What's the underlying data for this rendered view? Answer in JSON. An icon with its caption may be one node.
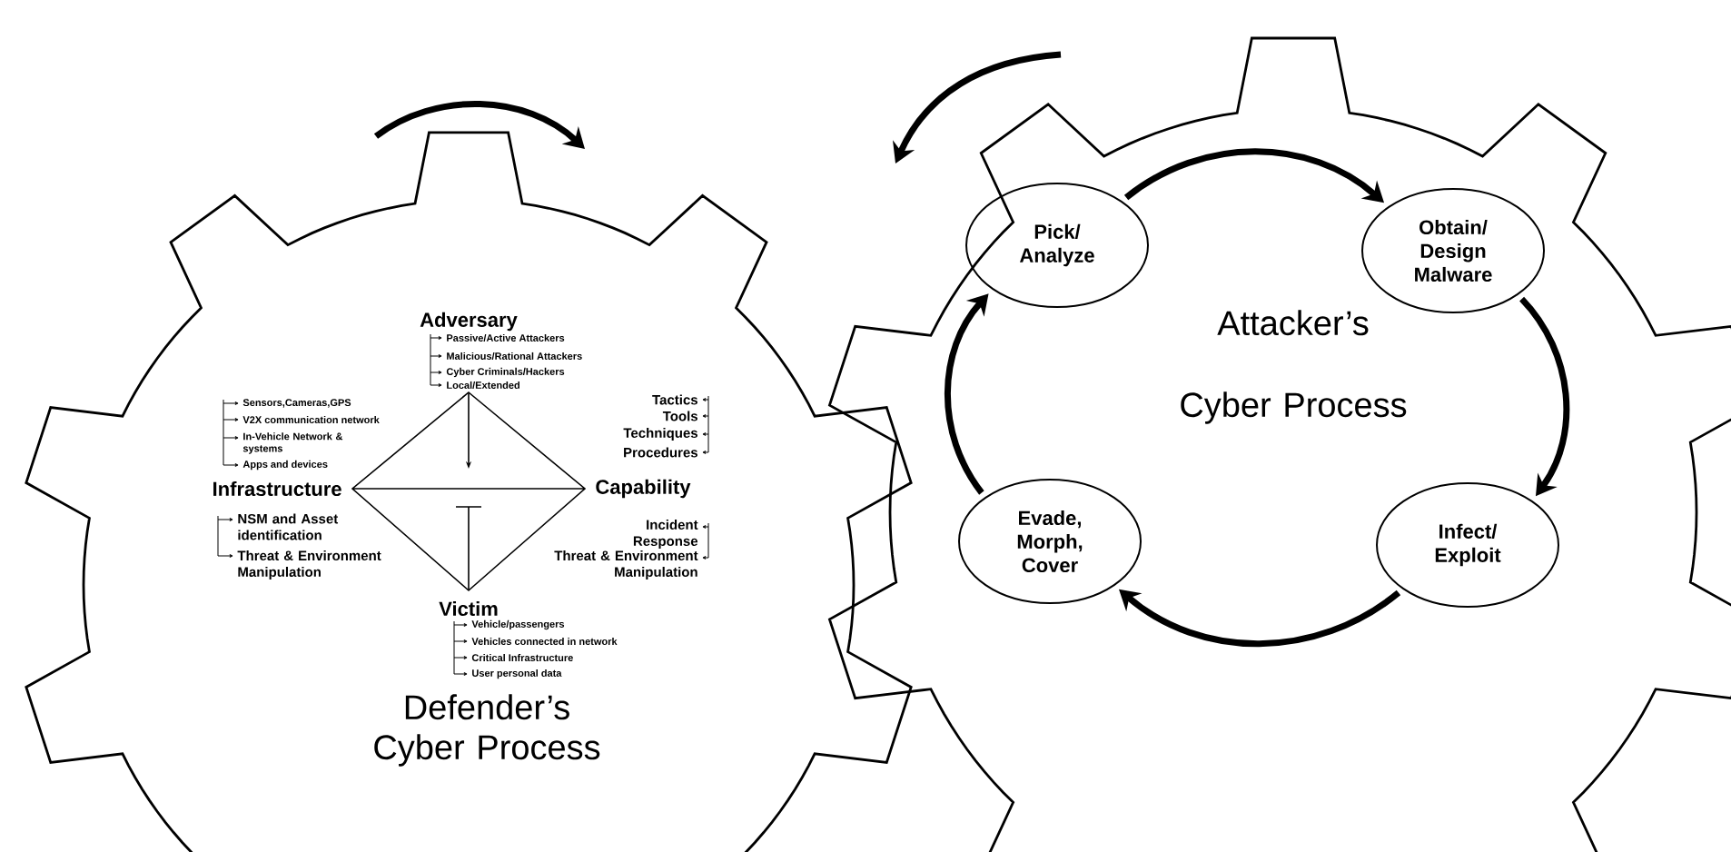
{
  "diagram": {
    "nodes": [
      {
        "text": [
          "Defender’s Cyber Process"
        ]
      },
      {
        "text": [
          "Attacker’s Cyber Process"
        ]
      },
      {
        "text": [
          "Pick/ Analyze"
        ],
        "in": 1
      },
      {
        "text": [
          "Obtain/ Design Malware"
        ],
        "in": 1
      },
      {
        "text": [
          "Infect/ Exploit"
        ],
        "in": 1
      },
      {
        "text": [
          "Evade, Morph, Cover"
        ],
        "in": 1
      }
    ],
    "edges": [
      {
        "from": 2,
        "to": 3,
        "arrow": "to"
      },
      {
        "from": 3,
        "to": 4,
        "arrow": "to"
      },
      {
        "from": 4,
        "to": 5,
        "arrow": "to"
      },
      {
        "from": 5,
        "to": 2,
        "arrow": "to"
      }
    ],
    "labels": [
      "Adversary",
      "Passive/Active Attackers",
      "Malicious/Rational Attackers",
      "Cyber Criminals/Hackers",
      "Local/Extended",
      "Sensors,Cameras,GPS",
      "V2X communication network",
      "In-Vehicle Network & systems",
      "Apps and devices",
      "Tactics",
      "Tools",
      "Techniques",
      "Procedures",
      "Infrastructure",
      "Capability",
      "NSM and Asset identification",
      "Threat & Environment Manipulation",
      "Incident Response",
      "Threat & Environment Manipulation",
      "Victim",
      "Vehicle/passengers",
      "Vehicles connected in network",
      "Critical Infrastructure",
      "User personal data"
    ]
  }
}
